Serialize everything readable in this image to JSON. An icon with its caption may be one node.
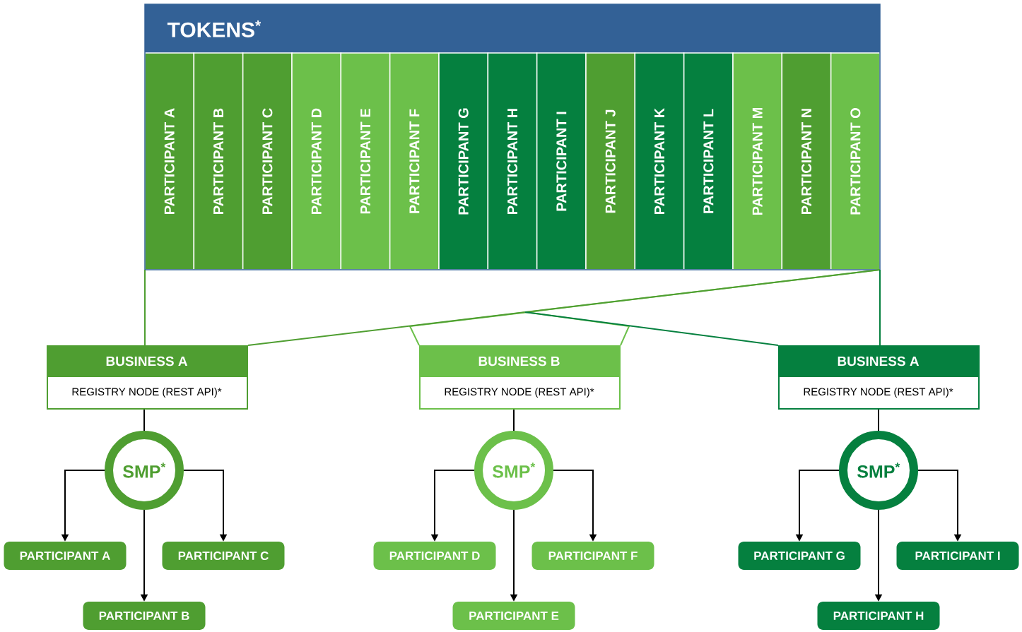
{
  "diagram": {
    "nodes": [
      {
        "text": [
          "TOKENS$^{*}$"
        ]
      },
      {
        "text": [
          "PARTICIPANT A"
        ],
        "in": 0
      },
      {
        "text": [
          "PARTICIPANT B"
        ],
        "in": 0
      },
      {
        "text": [
          "PARTICIPANT C"
        ],
        "in": 0
      },
      {
        "text": [
          "PARTICIPANT D"
        ],
        "in": 0
      },
      {
        "text": [
          "PARTICIPANT E"
        ],
        "in": 0
      },
      {
        "text": [
          "PARTICIPANT F"
        ],
        "in": 0
      },
      {
        "text": [
          "PARTICIPANT G"
        ],
        "in": 0
      },
      {
        "text": [
          "PARTICIPANT H"
        ],
        "in": 0
      },
      {
        "text": [
          "PARTICIPANT I"
        ],
        "in": 0
      },
      {
        "text": [
          "PARTICIPANT J"
        ],
        "in": 0
      },
      {
        "text": [
          "PARTICIPANT K"
        ],
        "in": 0
      },
      {
        "text": [
          "PARTICIPANT L"
        ],
        "in": 0
      },
      {
        "text": [
          "PARTICIPANT M"
        ],
        "in": 0
      },
      {
        "text": [
          "PARTICIPANT N"
        ],
        "in": 0
      },
      {
        "text": [
          "PARTICIPANT O"
        ],
        "in": 0
      },
      {
        "text": [
          "BUSINESS A",
          "REGISTRY NODE (REST API)*"
        ]
      },
      {
        "text": [
          "SMP$^{*}$"
        ]
      },
      {
        "text": [
          "PARTICIPANT A"
        ]
      },
      {
        "text": [
          "PARTICIPANT C"
        ]
      },
      {
        "text": [
          "PARTICIPANT B"
        ]
      },
      {
        "text": [
          "BUSINESS B",
          "REGISTRY NODE (REST API)*"
        ]
      },
      {
        "text": [
          "SMP$^{*}$"
        ]
      },
      {
        "text": [
          "PARTICIPANT D"
        ]
      },
      {
        "text": [
          "PARTICIPANT F"
        ]
      },
      {
        "text": [
          "PARTICIPANT E"
        ]
      },
      {
        "text": [
          "BUSINESS A",
          "REGISTRY NODE (REST API)*"
        ]
      },
      {
        "text": [
          "SMP$^{*}$"
        ]
      },
      {
        "text": [
          "PARTICIPANT G"
        ]
      },
      {
        "text": [
          "PARTICIPANT I"
        ]
      },
      {
        "text": [
          "PARTICIPANT H"
        ]
      }
    ],
    "edges": [
      {
        "from": 0,
        "to": 16,
        "arrow": "none",
        "color": "#4f9e31"
      },
      {
        "from": 0,
        "to": 21,
        "arrow": "none",
        "color": "#6cc04a"
      },
      {
        "from": 0,
        "to": 26,
        "arrow": "none",
        "color": "#05803f"
      },
      {
        "from": 16,
        "to": 17,
        "arrow": "none"
      },
      {
        "from": 17,
        "to": 18,
        "arrow": "to"
      },
      {
        "from": 17,
        "to": 19,
        "arrow": "to"
      },
      {
        "from": 17,
        "to": 20,
        "arrow": "to"
      },
      {
        "from": 21,
        "to": 22,
        "arrow": "none"
      },
      {
        "from": 22,
        "to": 23,
        "arrow": "to"
      },
      {
        "from": 22,
        "to": 24,
        "arrow": "to"
      },
      {
        "from": 22,
        "to": 25,
        "arrow": "to"
      },
      {
        "from": 26,
        "to": 27,
        "arrow": "none"
      },
      {
        "from": 27,
        "to": 28,
        "arrow": "to"
      },
      {
        "from": 27,
        "to": 29,
        "arrow": "to"
      },
      {
        "from": 27,
        "to": 30,
        "arrow": "to"
      }
    ]
  }
}
